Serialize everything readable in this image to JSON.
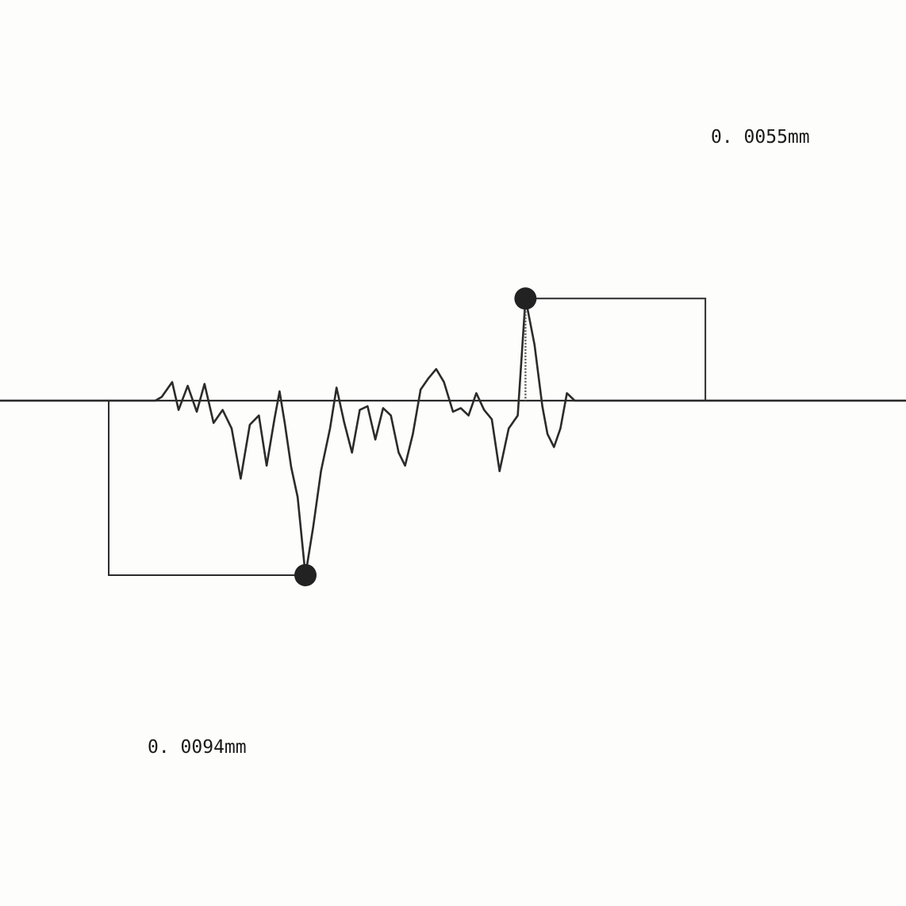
{
  "chart_data": {
    "type": "line",
    "title": "",
    "xlabel": "",
    "ylabel": "",
    "grid": false,
    "legend": "none",
    "line_color": "#2b2b2b",
    "marker_color": "#222222",
    "series": [
      {
        "x": [
          0,
          6,
          9,
          12,
          12.5,
          13.3,
          13.8,
          14.5,
          15.2,
          15.8,
          16.5,
          17.2,
          17.9,
          18.6,
          19.3,
          20.0,
          20.6,
          21.2,
          21.6,
          22.0,
          22.5,
          23.0,
          23.6,
          24.2,
          24.8,
          25.5,
          26.0,
          26.6,
          27.2,
          27.8,
          28.4,
          29.0,
          29.6,
          30.2,
          30.8,
          31.3,
          31.9,
          32.5,
          33.1,
          33.7,
          34.3,
          35.0,
          35.6,
          36.2,
          36.8,
          37.4,
          38.0,
          38.6,
          39.3,
          40.0,
          40.6,
          41.3,
          41.9,
          42.3,
          42.8,
          43.3,
          43.8,
          44.4,
          45.1,
          45.8,
          46.4,
          46.9,
          47.4,
          48.0,
          48.6,
          49,
          50,
          54,
          58,
          64,
          70
        ],
        "y": [
          0,
          0,
          0,
          0,
          0.0002,
          0.001,
          -0.0005,
          0.0008,
          -0.0006,
          0.0009,
          -0.0012,
          -0.0005,
          -0.0015,
          -0.0042,
          -0.0013,
          -0.0008,
          -0.0035,
          -0.001,
          0.0005,
          -0.0012,
          -0.0036,
          -0.0052,
          -0.0094,
          -0.0068,
          -0.0038,
          -0.0015,
          0.0007,
          -0.0012,
          -0.0028,
          -0.0005,
          -0.0003,
          -0.0021,
          -0.0004,
          -0.0008,
          -0.0028,
          -0.0035,
          -0.0018,
          0.0006,
          0.0012,
          0.0017,
          0.001,
          -0.0006,
          -0.0004,
          -0.0008,
          0.0004,
          -0.0005,
          -0.001,
          -0.0038,
          -0.0015,
          -0.0008,
          0.0055,
          0.003,
          -0.0003,
          -0.0018,
          -0.0025,
          -0.0015,
          0.0004,
          0,
          0,
          0,
          0,
          0,
          0,
          0,
          0,
          0,
          0,
          0,
          0,
          0,
          0
        ]
      }
    ],
    "annotations": [
      {
        "text": "0. 0055mm",
        "kind": "max-peak",
        "x": 40.6,
        "y": 0.0055
      },
      {
        "text": "0. 0094mm",
        "kind": "max-valley",
        "x": 23.6,
        "y": -0.0094
      }
    ]
  }
}
